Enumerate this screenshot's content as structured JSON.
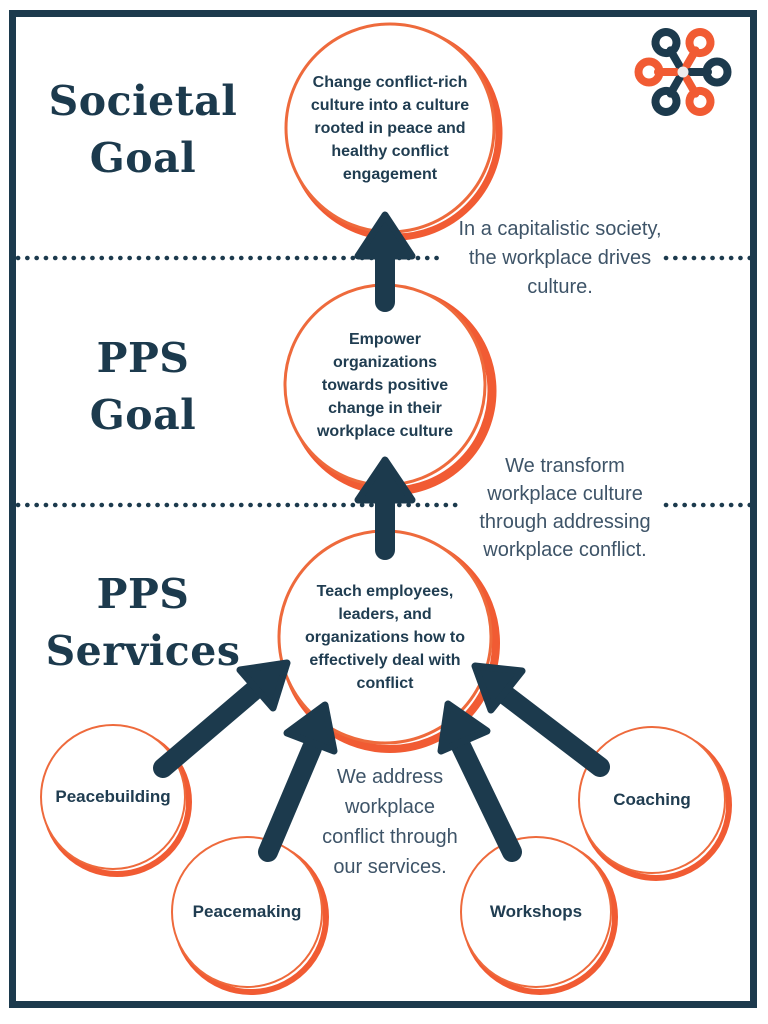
{
  "colors": {
    "navy": "#1c3a4d",
    "orange": "#f15b33",
    "ring_orange": "#ee6a3c",
    "annotation": "#3e5468",
    "circle_text": "#203d51",
    "logo_center": "#ececec"
  },
  "rows": [
    {
      "label_lines": [
        "Societal",
        "Goal"
      ],
      "circle_text": "Change conflict-rich culture into a culture rooted in peace and healthy conflict engagement"
    },
    {
      "label_lines": [
        "PPS",
        "Goal"
      ],
      "circle_text": "Empower organizations towards positive change in their workplace culture"
    },
    {
      "label_lines": [
        "PPS",
        "Services"
      ],
      "circle_text": "Teach employees, leaders, and organizations how to effectively deal with conflict"
    }
  ],
  "annotations": [
    {
      "lines": [
        "In a capitalistic society,",
        "the workplace drives",
        "culture."
      ]
    },
    {
      "lines": [
        "We transform",
        "workplace culture",
        "through addressing",
        "workplace conflict."
      ]
    },
    {
      "lines": [
        "We address",
        "workplace",
        "conflict through",
        "our services."
      ]
    }
  ],
  "services": [
    "Peacebuilding",
    "Peacemaking",
    "Workshops",
    "Coaching"
  ]
}
